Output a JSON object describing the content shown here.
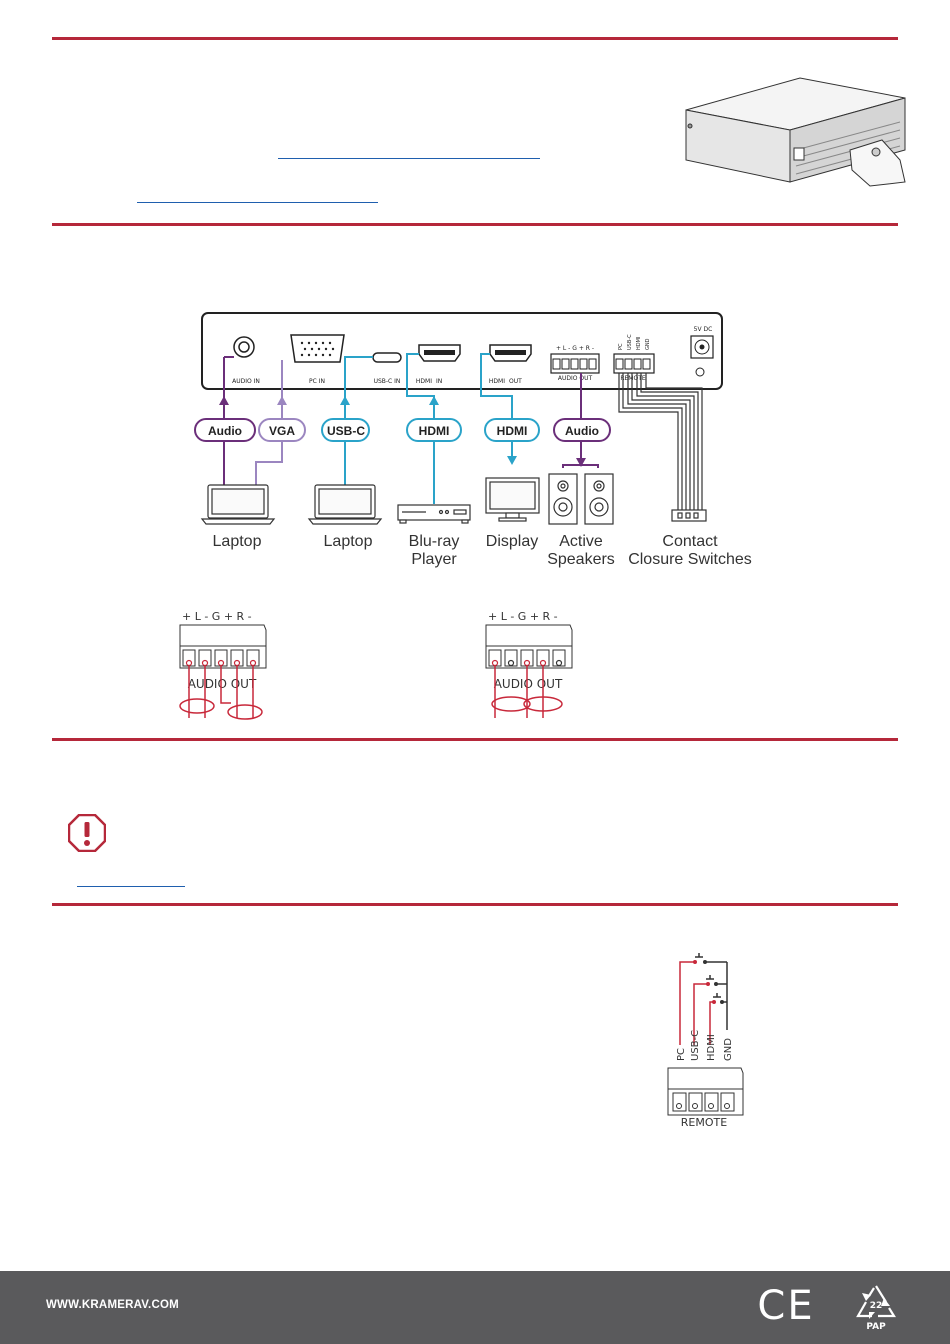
{
  "device_ports": {
    "audio_in": "AUDIO IN",
    "pc_in": "PC IN",
    "usbc_in": "USB-C IN",
    "hdmi_in": "HDMI",
    "hdmi_in_suffix": "IN",
    "hdmi_out": "HDMI",
    "hdmi_out_suffix": "OUT",
    "audio_out": "AUDIO OUT",
    "audio_out_pins": "+ L -  G  + R -",
    "remote": "REMOTE",
    "remote_pins": [
      "PC",
      "USB-C",
      "HDMI",
      "GND"
    ],
    "power": "5V DC"
  },
  "cable_tags": {
    "audio_in": "Audio",
    "vga": "VGA",
    "usbc": "USB-C",
    "hdmi_in": "HDMI",
    "hdmi_out": "HDMI",
    "audio_out": "Audio"
  },
  "devices": {
    "laptop1": "Laptop",
    "laptop2": "Laptop",
    "bluray_1": "Blu-ray",
    "bluray_2": "Player",
    "display": "Display",
    "speakers_1": "Active",
    "speakers_2": "Speakers",
    "switches_1": "Contact",
    "switches_2": "Closure Switches"
  },
  "wiring": {
    "pins": "+ L -   G  + R -",
    "label": "AUDIO OUT"
  },
  "remote_wiring": {
    "pins": [
      "PC",
      "USB-C",
      "HDMI",
      "GND"
    ],
    "label": "REMOTE"
  },
  "footer": {
    "url": "WWW.KRAMERAV.COM",
    "ce": "CE",
    "recycle_number": "22",
    "recycle_code": "PAP"
  },
  "colors": {
    "rule": "#b5283a",
    "purple": "#6b2f7a",
    "lavender": "#9b86c0",
    "cyan": "#2aa3c9",
    "wire_red": "#c8283a",
    "footer": "#5a5a5c"
  }
}
